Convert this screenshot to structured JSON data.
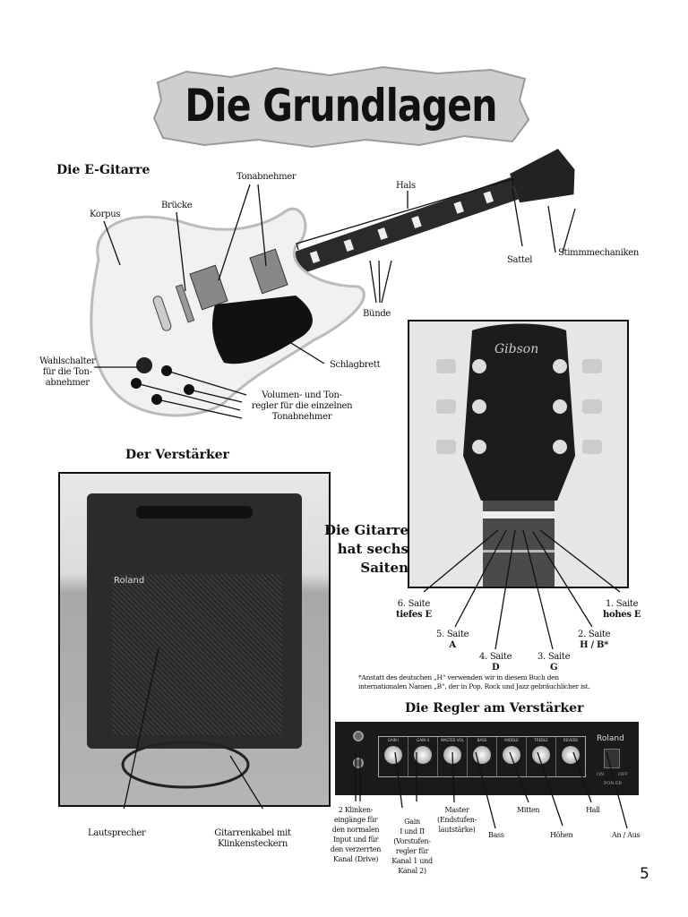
{
  "page": {
    "title": "Die Grundlagen",
    "page_number": "5"
  },
  "guitar": {
    "heading": "Die E-Gitarre",
    "labels": {
      "korpus": "Korpus",
      "bruecke": "Brücke",
      "tonabnehmer": "Tonabnehmer",
      "hals": "Hals",
      "sattel": "Sattel",
      "stimmmechaniken": "Stimmmechaniken",
      "buende": "Bünde",
      "schlagbrett": "Schlagbrett",
      "wahlschalter": [
        "Wahlschalter",
        "für die Ton-",
        "abnehmer"
      ],
      "regler": [
        "Volumen- und Ton-",
        "regler für die einzelnen",
        "Tonabnehmer"
      ]
    }
  },
  "amp": {
    "heading": "Der Verstärker",
    "brand": "Roland",
    "labels": {
      "lautsprecher": "Lautsprecher",
      "kabel": [
        "Gitarrenkabel mit",
        "Klinkensteckern"
      ]
    }
  },
  "strings": {
    "heading": [
      "Die Gitarre",
      "hat sechs",
      "Saiten"
    ],
    "headstock_brand": "Gibson",
    "items": [
      {
        "num": "6. Saite",
        "note": "tiefes E"
      },
      {
        "num": "5. Saite",
        "note": "A"
      },
      {
        "num": "4. Saite",
        "note": "D"
      },
      {
        "num": "3. Saite",
        "note": "G"
      },
      {
        "num": "2. Saite",
        "note": "H / B*"
      },
      {
        "num": "1. Saite",
        "note": "hohes E"
      }
    ],
    "footnote": [
      "*Anstatt des deutschen „H“ verwenden wir in diesem Buch den",
      "internationalen Namen „B“, der in Pop, Rock und Jazz gebräuchlicher ist."
    ]
  },
  "controls": {
    "heading": "Die Regler am Verstärker",
    "knobs": [
      "GAIN I",
      "GAIN II",
      "MASTER VOL",
      "BASS",
      "MIDDLE",
      "TREBLE",
      "REVERB"
    ],
    "panel_brand": "Roland",
    "power": {
      "on": "ON",
      "off": "OFF",
      "label": "POWER"
    },
    "labels": {
      "eingaenge": [
        "2 Klinken-",
        "eingänge für",
        "den normalen",
        "Input und für",
        "den verzerrten",
        "Kanal (Drive)"
      ],
      "gain": [
        "Gain",
        "I und II",
        "(Vorstufen-",
        "regler für",
        "Kanal 1 und",
        "Kanal 2)"
      ],
      "master": [
        "Master",
        "(Endstufen-",
        "lautstärke)"
      ],
      "bass": "Bass",
      "mitten": "Mitten",
      "hoehen": "Höhen",
      "hall": "Hall",
      "an_aus": "An / Aus"
    }
  }
}
